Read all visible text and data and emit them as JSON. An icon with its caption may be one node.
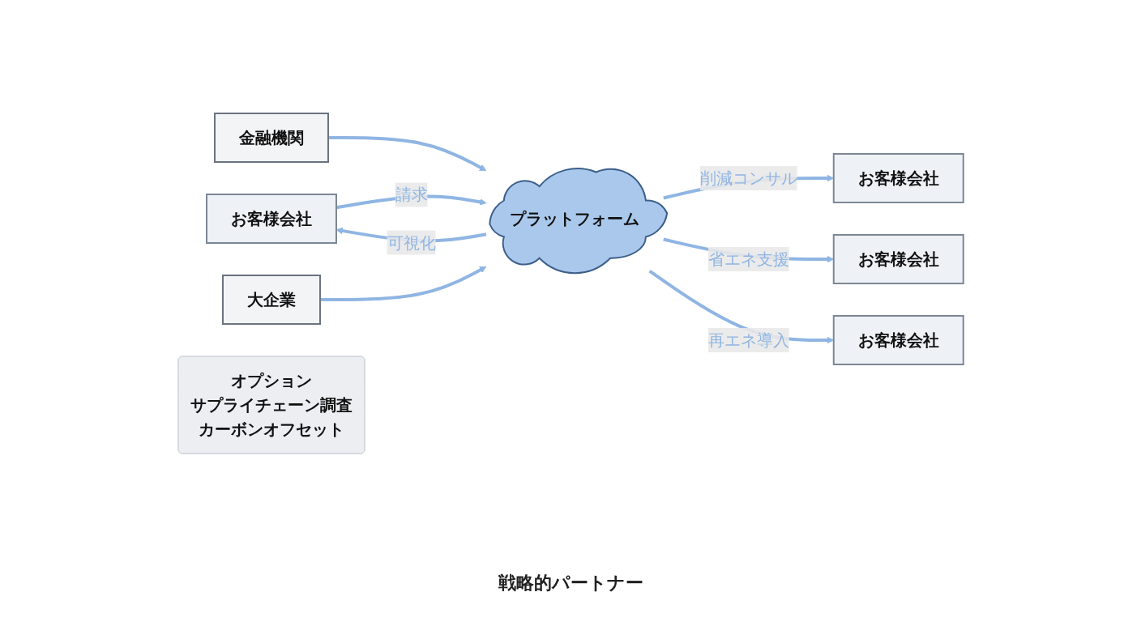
{
  "diagram": {
    "nodes": [
      {
        "text": [
          "お客様会社"
        ]
      },
      {
        "text": [
          "プラットフォーム"
        ]
      },
      {
        "text": [
          "お客様会社"
        ]
      },
      {
        "text": [
          "お客様会社"
        ]
      },
      {
        "text": [
          "お客様会社"
        ]
      },
      {
        "text": [
          "金融機関"
        ]
      },
      {
        "text": [
          "大企業"
        ]
      },
      {
        "text": [
          "オプション",
          "サプライチェーン調査",
          "カーボンオフセット"
        ]
      }
    ],
    "edges": [
      {
        "from": 0,
        "to": 1,
        "arrow": "to",
        "label": "請求"
      },
      {
        "from": 1,
        "to": 0,
        "arrow": "to",
        "label": "可視化"
      },
      {
        "from": 1,
        "to": 2,
        "arrow": "to",
        "label": "削減コンサル"
      },
      {
        "from": 1,
        "to": 3,
        "arrow": "to",
        "label": "省エネ支援"
      },
      {
        "from": 1,
        "to": 4,
        "arrow": "to",
        "label": "再エネ導入"
      },
      {
        "from": 5,
        "to": 1,
        "arrow": "to"
      },
      {
        "from": 6,
        "to": 1,
        "arrow": "to"
      }
    ],
    "labels": [
      "戦略的パートナー"
    ]
  }
}
